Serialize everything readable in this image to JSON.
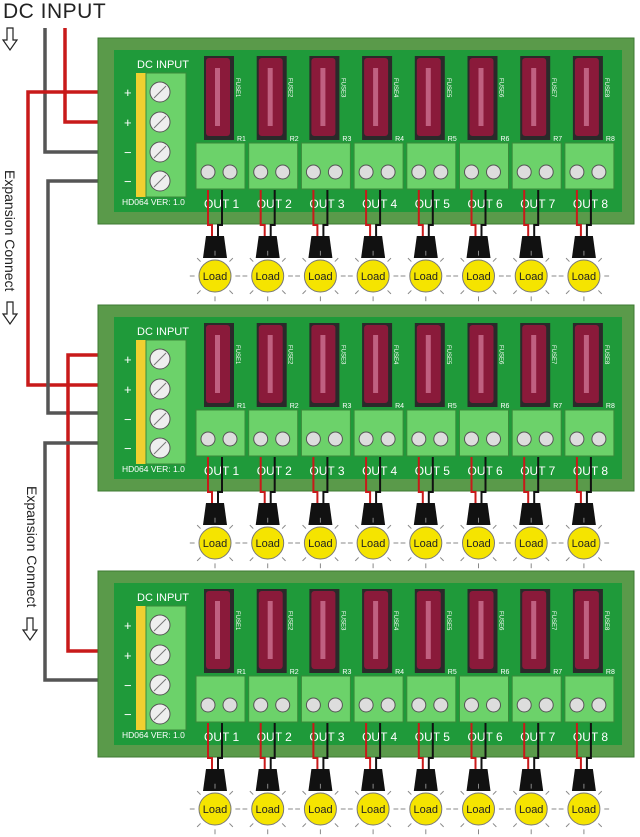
{
  "title": "DC INPUT",
  "expansion_label": "Expansion Connect",
  "boards": [
    {
      "header": "DC INPUT",
      "model": "HD064  VER: 1.0",
      "outputs": [
        "OUT 1",
        "OUT 2",
        "OUT 3",
        "OUT 4",
        "OUT 5",
        "OUT 6",
        "OUT 7",
        "OUT 8"
      ],
      "fuses": [
        "FUSE1",
        "FUSE2",
        "FUSE3",
        "FUSE4",
        "FUSE5",
        "FUSE6",
        "FUSE7",
        "FUSE8"
      ],
      "resistors": [
        "R1",
        "R2",
        "R3",
        "R4",
        "R5",
        "R6",
        "R7",
        "R8"
      ]
    },
    {
      "header": "DC INPUT",
      "model": "HD064  VER: 1.0",
      "outputs": [
        "OUT 1",
        "OUT 2",
        "OUT 3",
        "OUT 4",
        "OUT 5",
        "OUT 6",
        "OUT 7",
        "OUT 8"
      ],
      "fuses": [
        "FUSE1",
        "FUSE2",
        "FUSE3",
        "FUSE4",
        "FUSE5",
        "FUSE6",
        "FUSE7",
        "FUSE8"
      ],
      "resistors": [
        "R1",
        "R2",
        "R3",
        "R4",
        "R5",
        "R6",
        "R7",
        "R8"
      ]
    },
    {
      "header": "DC INPUT",
      "model": "HD064  VER: 1.0",
      "outputs": [
        "OUT 1",
        "OUT 2",
        "OUT 3",
        "OUT 4",
        "OUT 5",
        "OUT 6",
        "OUT 7",
        "OUT 8"
      ],
      "fuses": [
        "FUSE1",
        "FUSE2",
        "FUSE3",
        "FUSE4",
        "FUSE5",
        "FUSE6",
        "FUSE7",
        "FUSE8"
      ],
      "resistors": [
        "R1",
        "R2",
        "R3",
        "R4",
        "R5",
        "R6",
        "R7",
        "R8"
      ]
    }
  ],
  "load_label": "Load",
  "terminal_polarity": [
    "+",
    "+",
    "−",
    "−"
  ],
  "colors": {
    "pcb": "#1f9a3a",
    "rail": "#5a9a4a",
    "terminal": "#6cd26a",
    "fuse": "#8a1a3a",
    "positive_wire": "#c81a1a",
    "negative_wire": "#555555",
    "load": "#f5e400"
  },
  "icons": {
    "arrow": "down-arrow-icon"
  }
}
